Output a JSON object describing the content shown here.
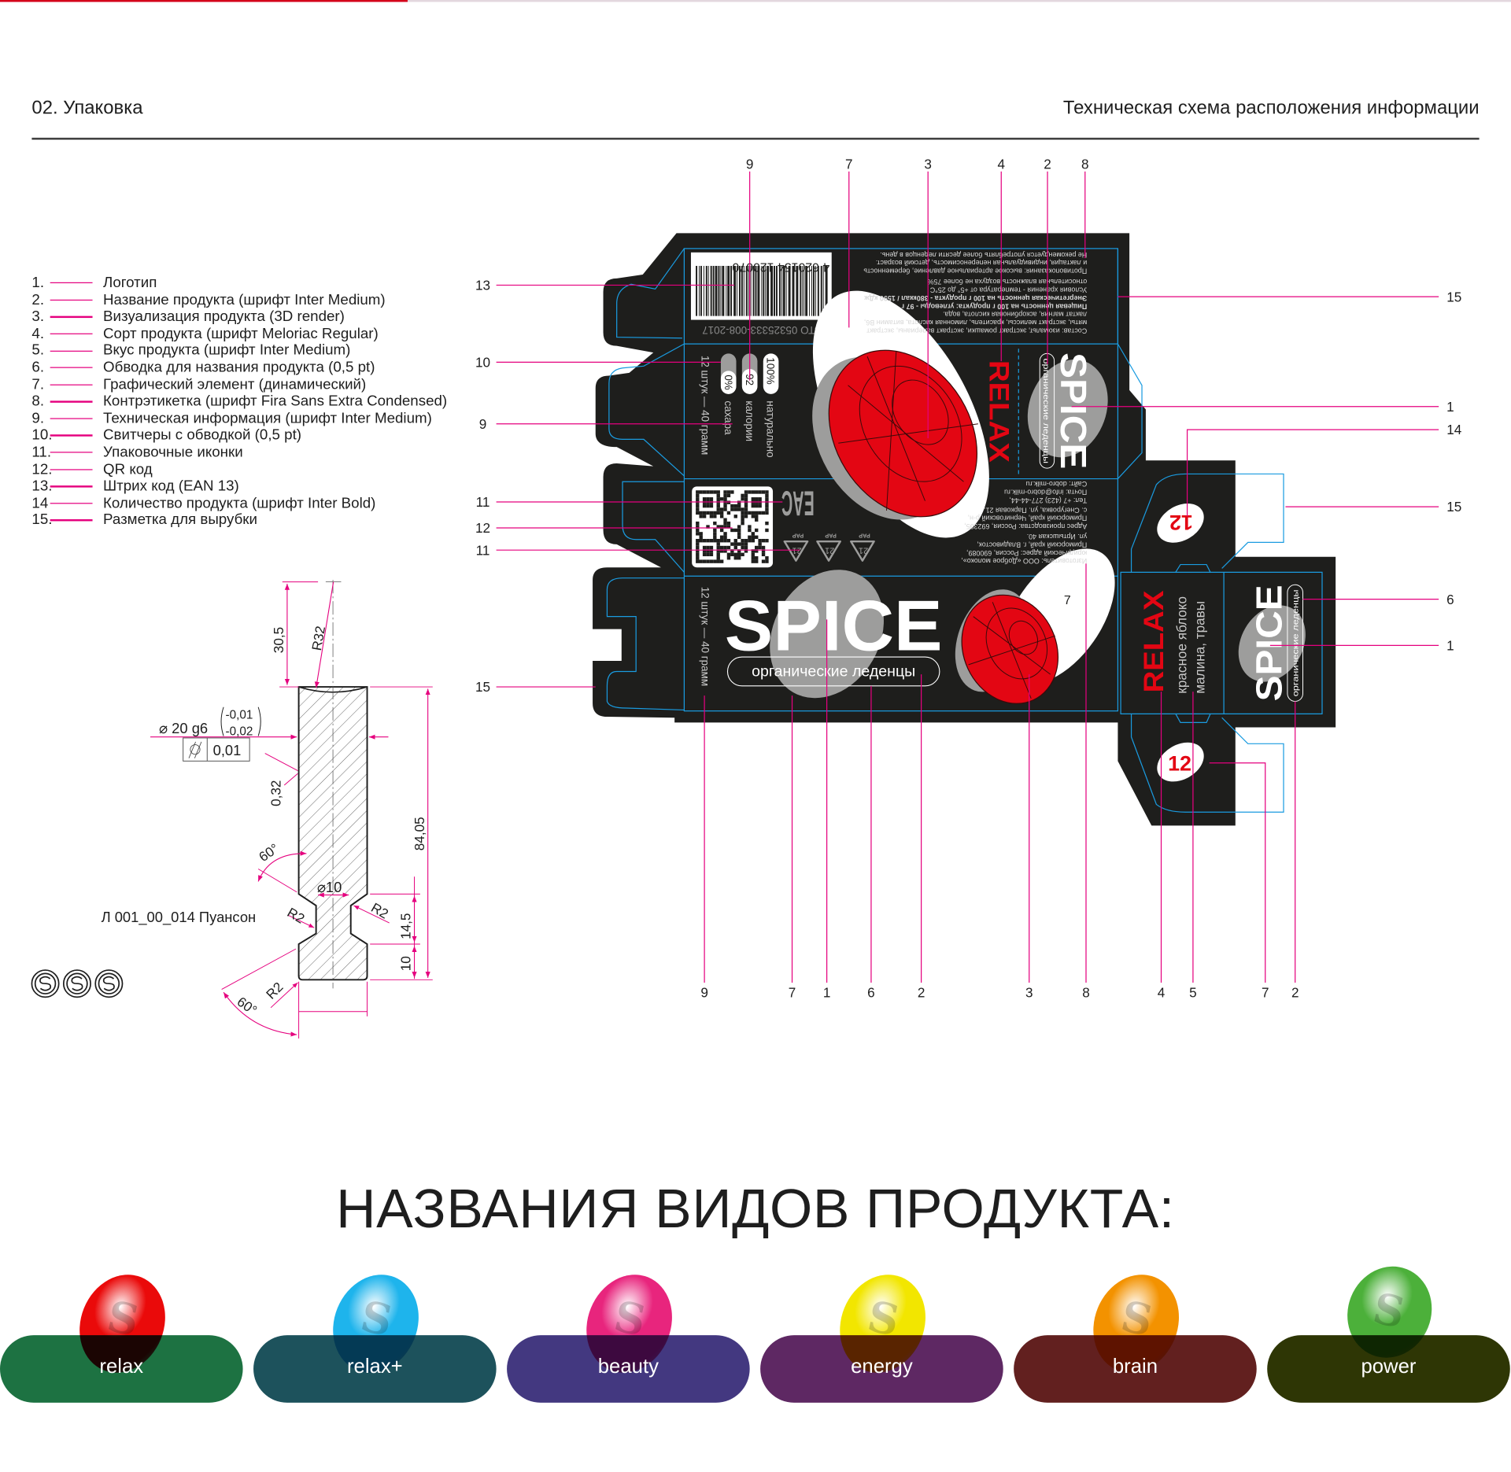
{
  "scroll_progress": 0.27,
  "header": {
    "section": "02. Упаковка",
    "title": "Техническая схема расположения информации"
  },
  "legend": [
    {
      "num": "1.",
      "text": "Логотип"
    },
    {
      "num": "2.",
      "text": "Название продукта (шрифт Inter Medium)"
    },
    {
      "num": "3.",
      "text": "Визуализация продукта (3D render)"
    },
    {
      "num": "4.",
      "text": "Сорт продукта (шрифт Meloriac Regular)"
    },
    {
      "num": "5.",
      "text": "Вкус продукта (шрифт Inter Medium)"
    },
    {
      "num": "6.",
      "text": "Обводка для названия продукта (0,5 pt)"
    },
    {
      "num": "7.",
      "text": "Графический элемент (динамический)"
    },
    {
      "num": "8.",
      "text": "Контрэтикетка (шрифт Fira Sans Extra Condensed)"
    },
    {
      "num": "9.",
      "text": "Техническая информация (шрифт Inter Medium)"
    },
    {
      "num": "10.",
      "text": "Свитчеры с обводкой (0,5 pt)"
    },
    {
      "num": "11.",
      "text": "Упаковочные иконки"
    },
    {
      "num": "12.",
      "text": "QR код"
    },
    {
      "num": "13.",
      "text": "Штрих код (EAN 13)"
    },
    {
      "num": "14",
      "text": "Количество продукта (шрифт Inter Bold)"
    },
    {
      "num": "15.",
      "text": "Разметка для вырубки"
    }
  ],
  "drawing": {
    "caption": "Л 001_00_014 Пуансон",
    "dim_30_5": "30,5",
    "r32": "R32",
    "diameter": "⌀ 20 g6",
    "tol_upper": "-0,01",
    "tol_lower": "-0,02",
    "runout_value": "0,01",
    "dim_0_32": "0,32",
    "angle_top": "60°",
    "angle_bottom": "60°",
    "diameter_10": "⌀10",
    "r2_left": "R2",
    "r2_right": "R2",
    "r2_bottom": "R2",
    "dim_84_05": "84,05",
    "dim_14_5": "14,5",
    "dim_10": "10"
  },
  "callouts": {
    "top": [
      "9",
      "7",
      "3",
      "4",
      "2",
      "8"
    ],
    "left": [
      "13",
      "10",
      "9",
      "11",
      "12",
      "11",
      "15"
    ],
    "right": [
      "15",
      "1",
      "14",
      "15",
      "6",
      "1"
    ],
    "bottom": [
      "9",
      "7",
      "1",
      "6",
      "2",
      "3",
      "8",
      "4",
      "5",
      "7",
      "2"
    ]
  },
  "package": {
    "brand": "SPICE",
    "tagline": "органические леденцы",
    "variety": "RELAX",
    "flavor_line1": "красное яблоко",
    "flavor_line2": "малина, травы",
    "quantity": "12",
    "pack_info": "12 штук — 40 грамм",
    "graphic_marker": "7",
    "barcode_number": "4 620154 120070",
    "standard": "СТО 05325333-008-2017",
    "switchers": [
      {
        "value": "100%",
        "label": "натурально"
      },
      {
        "value": "92",
        "label": "калории"
      },
      {
        "value": "0%",
        "label": "сахара"
      }
    ],
    "composition": [
      "Состав: изомальт, экстракт ромашки, экстракт валерианы, экстракт",
      "мяты, экстракт мелиссы, краситель, лимонная кислота, витамин В6,",
      "лактат магния, аскорбиновая кислота, вода.",
      "Пищевая ценность на 100 г продукта: углеводы - 97 г",
      "Энергетическая ценность на 100 г продукта - 380ккал / 1590 кДж",
      "Условия хранения - температура от +5° до 25°С",
      "относительная влажность воздуха не более 75%",
      "Противопоказания: высокое артериальное давление, беременность",
      "и лактация, индивидуальная непереносимость, детский возраст.",
      "Не рекомендуется употреблять более десяти леденцов в день."
    ],
    "manufacturer": [
      "Изготовитель: ООО «Доброе молоко»,",
      "юридический адрес: Россия, 690089,",
      "Приморский край, г. Владивосток,",
      "ул. Иртышская 40.",
      "Адрес производства: Россия, 692395,",
      "Приморский край, Черниговский р-н,",
      "с. Снегуровка, ул. Парковая 21.",
      "Тел: +7 (423) 277-44-44,",
      "Почта: info@dobro-milk.ru",
      "Сайт: dobro-milk.ru"
    ],
    "eac_mark": "EAC",
    "recycle_code": "21",
    "recycle_material": "PAP"
  },
  "products_title": "НАЗВАНИЯ ВИДОВ ПРОДУКТА:",
  "products": [
    {
      "name": "relax",
      "pill_color": "#1d7242",
      "candy_color": "#ea0a0a"
    },
    {
      "name": "relax+",
      "pill_color": "#1d525c",
      "candy_color": "#1eb4ec"
    },
    {
      "name": "beauty",
      "pill_color": "#433880",
      "candy_color": "#e8257d"
    },
    {
      "name": "energy",
      "pill_color": "#5e2863",
      "candy_color": "#f2e600"
    },
    {
      "name": "brain",
      "pill_color": "#62201f",
      "candy_color": "#f39200"
    },
    {
      "name": "power",
      "pill_color": "#2e3605",
      "candy_color": "#4cb03a"
    }
  ],
  "colors": {
    "accent_pink": "#e5007e",
    "dieline_blue": "#1a9be0",
    "package_black": "#1e1e1c",
    "brand_red": "#e30613"
  }
}
